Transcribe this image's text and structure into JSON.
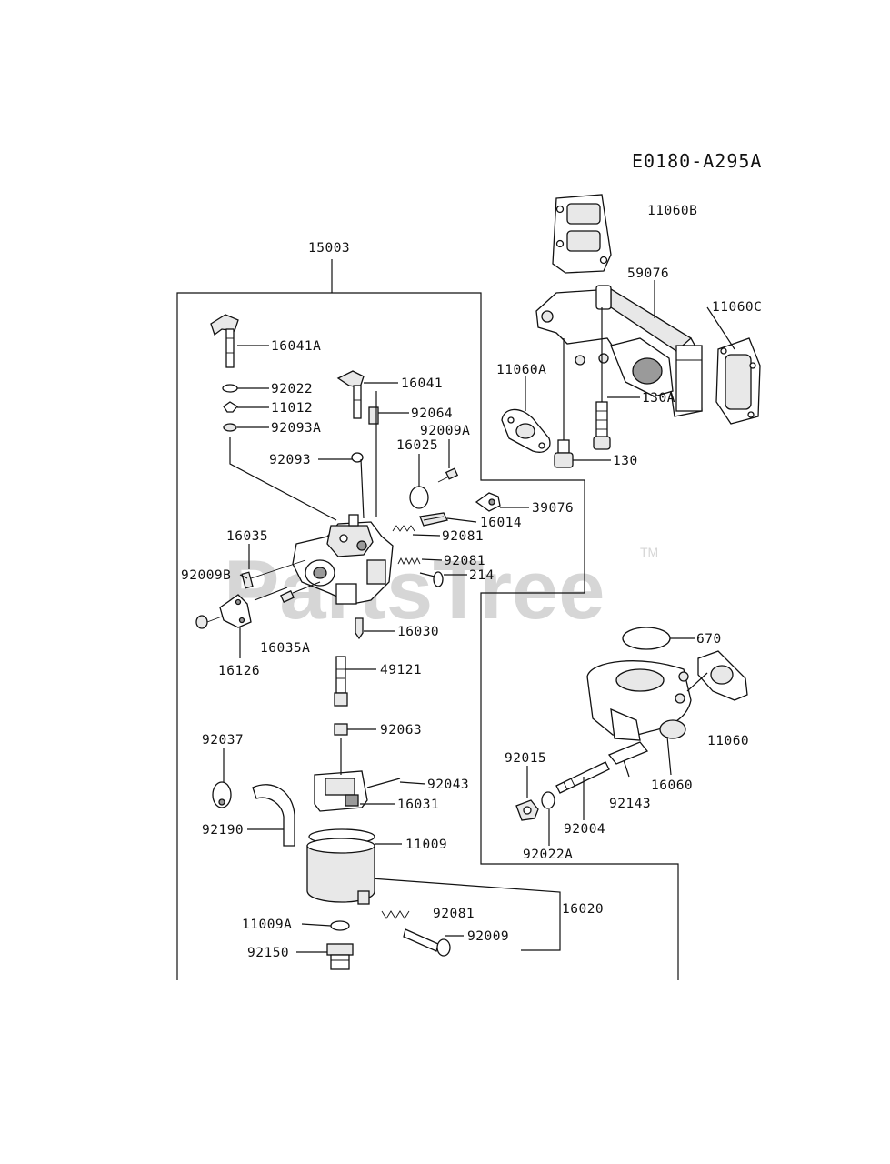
{
  "diagram_code": "E0180-A295A",
  "watermark": {
    "text": "PartsTree",
    "trademark": "TM"
  },
  "parts": {
    "p15003": "15003",
    "p16041A": "16041A",
    "p92022": "92022",
    "p11012": "11012",
    "p92093A": "92093A",
    "p16041": "16041",
    "p92064": "92064",
    "p92009A": "92009A",
    "p92093": "92093",
    "p16025": "16025",
    "p39076": "39076",
    "p16014": "16014",
    "p92081a": "92081",
    "p92081b": "92081",
    "p214": "214",
    "p16035": "16035",
    "p92009B": "92009B",
    "p16030": "16030",
    "p16035A": "16035A",
    "p16126": "16126",
    "p49121": "49121",
    "p92063": "92063",
    "p92037": "92037",
    "p92043": "92043",
    "p16031": "16031",
    "p92190": "92190",
    "p11009": "11009",
    "p16020": "16020",
    "p92081c": "92081",
    "p11009A": "11009A",
    "p92009": "92009",
    "p92150": "92150",
    "p11060B": "11060B",
    "p59076": "59076",
    "p11060C": "11060C",
    "p11060A": "11060A",
    "p130A": "130A",
    "p130": "130",
    "p670": "670",
    "p11060": "11060",
    "p92015": "92015",
    "p16060": "16060",
    "p92143": "92143",
    "p92004": "92004",
    "p92022A": "92022A"
  }
}
